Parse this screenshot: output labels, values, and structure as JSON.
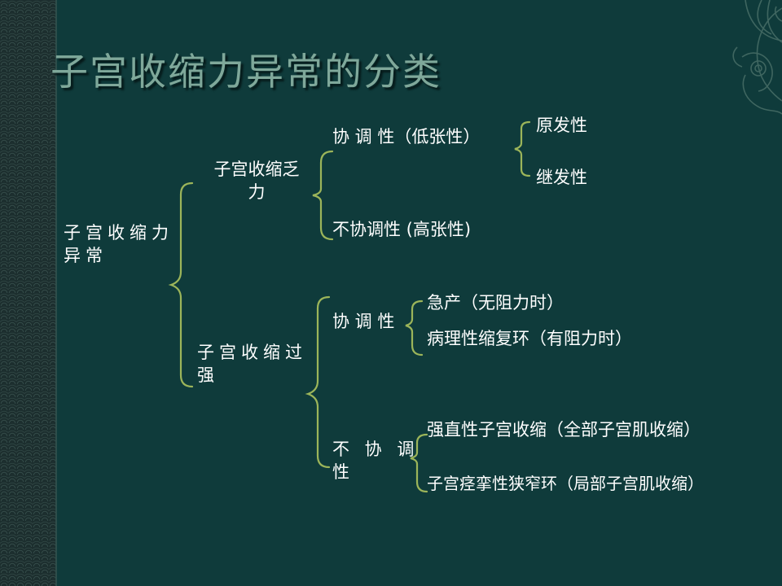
{
  "slide": {
    "title": "子宫收缩力异常的分类"
  },
  "tree": {
    "root": {
      "line1": "子宫收缩力",
      "line2": "异常"
    },
    "weak": {
      "label_line1": "子宫收缩乏",
      "label_line2": "力",
      "coordinated": "协 调 性（低张性）",
      "coordinated_children": [
        "原发性",
        "继发性"
      ],
      "uncoordinated": "不协调性 (高张性)"
    },
    "strong": {
      "label_line1": "子宫收缩过",
      "label_line2": "强",
      "coordinated": "协 调 性",
      "coordinated_children": [
        "急产（无阻力时）",
        "病理性缩复环（有阻力时）"
      ],
      "uncoordinated_line1": "不 协 调",
      "uncoordinated_line2": "性",
      "uncoordinated_children": [
        "强直性子宫收缩（全部子宫肌收缩）",
        "子宫痉挛性狭窄环（局部子宫肌收缩）"
      ]
    }
  },
  "colors": {
    "background": "#0f3b3b",
    "title": "#7fa89a",
    "text": "#ffffff",
    "brace": "#9cb55a"
  },
  "decorations": [
    "patterned-left-band",
    "phoenix-ornament-top-right"
  ]
}
